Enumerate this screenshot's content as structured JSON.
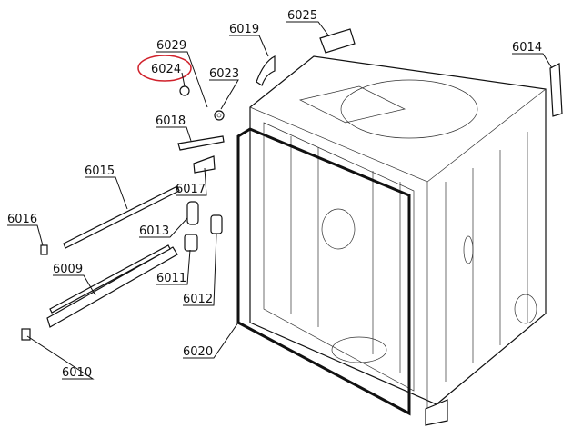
{
  "diagram": {
    "highlight_color": "#d0202a",
    "highlighted_part": "6024",
    "parts": [
      {
        "id": "p6025",
        "label": "6025"
      },
      {
        "id": "p6019",
        "label": "6019"
      },
      {
        "id": "p6029",
        "label": "6029"
      },
      {
        "id": "p6024",
        "label": "6024"
      },
      {
        "id": "p6023",
        "label": "6023"
      },
      {
        "id": "p6014",
        "label": "6014"
      },
      {
        "id": "p6018",
        "label": "6018"
      },
      {
        "id": "p6015",
        "label": "6015"
      },
      {
        "id": "p6017",
        "label": "6017"
      },
      {
        "id": "p6016",
        "label": "6016"
      },
      {
        "id": "p6013",
        "label": "6013"
      },
      {
        "id": "p6009",
        "label": "6009"
      },
      {
        "id": "p6011",
        "label": "6011"
      },
      {
        "id": "p6012",
        "label": "6012"
      },
      {
        "id": "p6020",
        "label": "6020"
      },
      {
        "id": "p6010",
        "label": "6010"
      }
    ]
  }
}
